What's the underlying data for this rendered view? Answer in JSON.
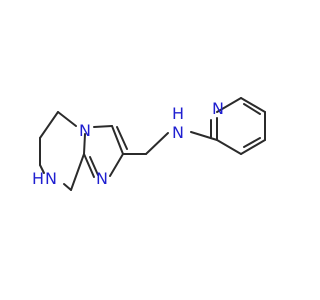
{
  "molecule": {
    "atoms": {
      "n_amine": "N",
      "h_amine": "H",
      "n_pyridine": "N",
      "n_imidazole_bridge": "N",
      "n_imidazole": "N",
      "n_piperazine": "N",
      "h_piperazine": "H"
    },
    "colors": {
      "bond": "#2b2b2b",
      "heteroatom": "#1f1fd0",
      "background": "#ffffff"
    }
  }
}
